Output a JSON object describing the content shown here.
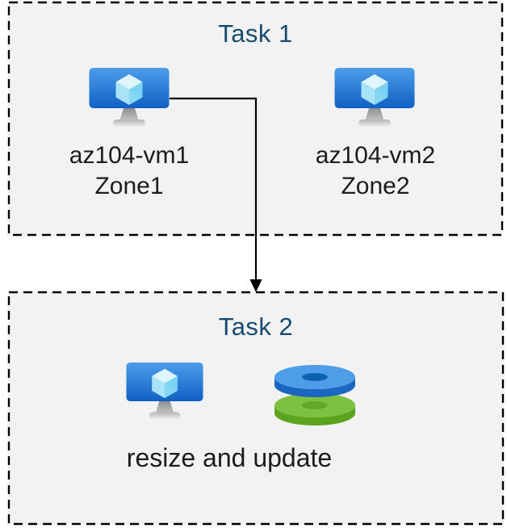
{
  "task1": {
    "title": "Task 1",
    "vms": [
      {
        "name": "az104-vm1",
        "zone": "Zone1",
        "icon": "vm-icon"
      },
      {
        "name": "az104-vm2",
        "zone": "Zone2",
        "icon": "vm-icon"
      }
    ]
  },
  "task2": {
    "title": "Task 2",
    "caption": "resize and update",
    "icons": [
      "vm-icon",
      "disks-icon"
    ]
  },
  "connector": {
    "from": "az104-vm1",
    "to": "Task 2",
    "style": "elbow-arrow-down"
  },
  "colors": {
    "title_text": "#174A6F",
    "label_text": "#1c1c1c",
    "box_background": "#F2F2F2",
    "border": "#000000",
    "vm_screen_top": "#4C9EEA",
    "vm_screen_bottom": "#1060C4",
    "cube_top": "#DFF5FD",
    "cube_left": "#A9E3F7",
    "cube_right": "#86D7F3",
    "disk_blue_top": "#4E9DE9",
    "disk_blue_side": "#1A66C0",
    "disk_blue_hole": "#0B63B0",
    "disk_green_top": "#7EC03F",
    "disk_green_side": "#5CA31E",
    "disk_green_hole": "#63A827"
  }
}
